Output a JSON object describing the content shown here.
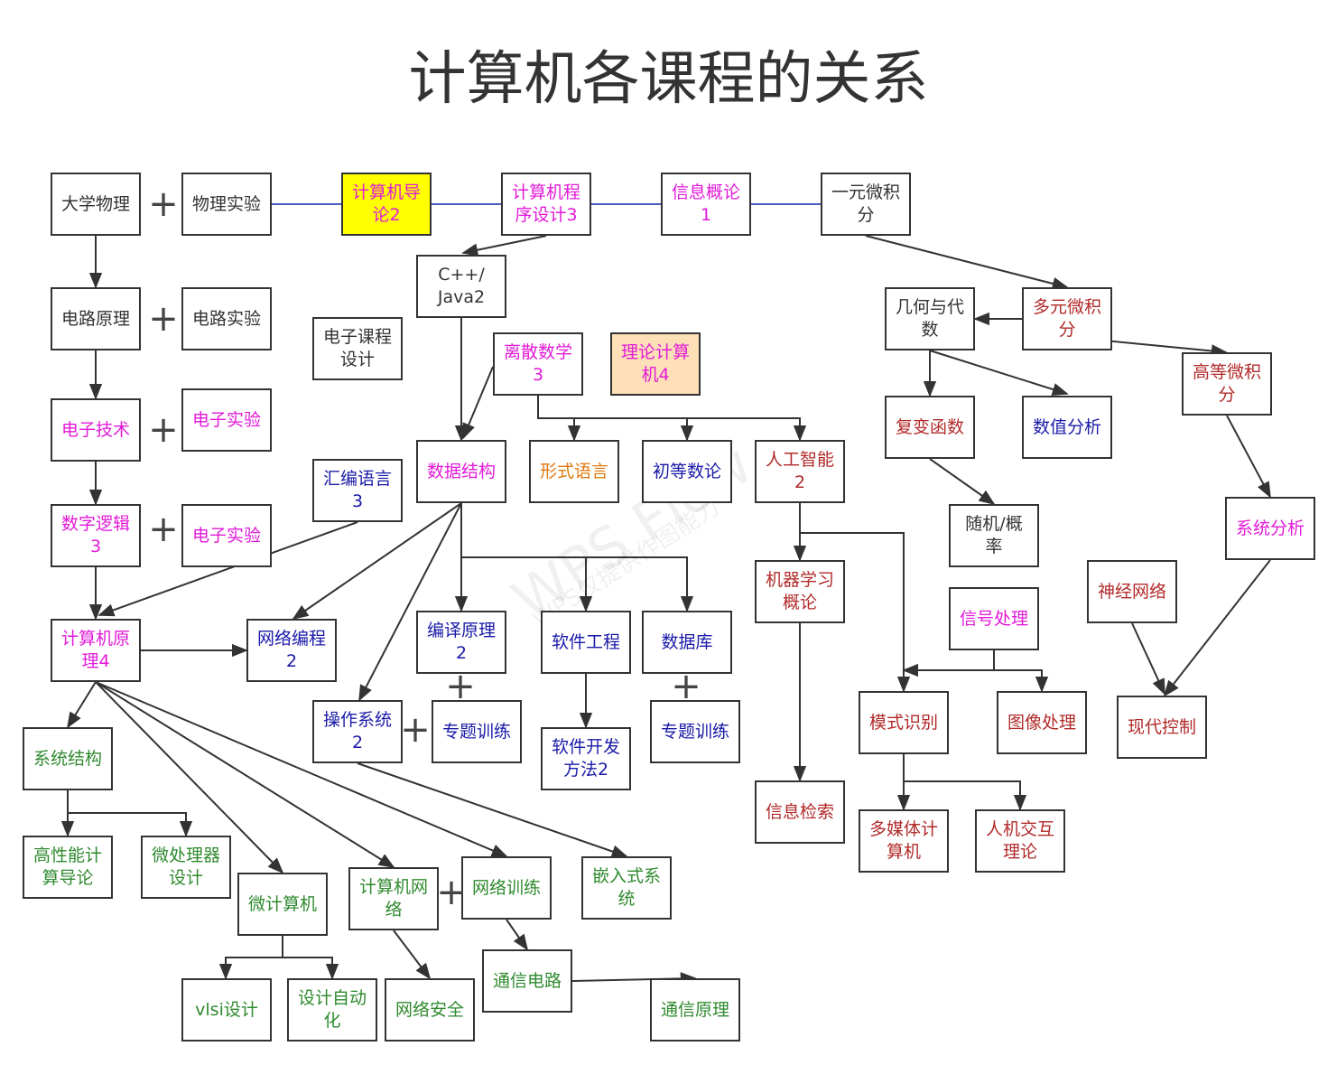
{
  "title": "计算机各课程的关系",
  "watermark": {
    "brand": "WPS Flow",
    "note": "WPS仅提供作图能力"
  },
  "colors": {
    "black": "#333333",
    "magenta": "#e21ad8",
    "blue": "#1a1aa8",
    "red": "#b22a2a",
    "orange": "#e07a10",
    "green": "#2f8a2f",
    "link": "#4a5dbf"
  },
  "nodes": [
    {
      "id": "physics",
      "label": [
        "大学物理"
      ],
      "color": "black"
    },
    {
      "id": "physics_lab",
      "label": [
        "物理实验"
      ],
      "color": "black"
    },
    {
      "id": "intro",
      "label": [
        "计算机导",
        "论2"
      ],
      "color": "magenta",
      "fill": "#ffff00"
    },
    {
      "id": "programming",
      "label": [
        "计算机程",
        "序设计3"
      ],
      "color": "magenta"
    },
    {
      "id": "info_intro",
      "label": [
        "信息概论",
        "1"
      ],
      "color": "magenta"
    },
    {
      "id": "calc1",
      "label": [
        "一元微积",
        "分"
      ],
      "color": "black"
    },
    {
      "id": "cpp",
      "label": [
        "C++/",
        "Java2"
      ],
      "color": "black"
    },
    {
      "id": "circuit",
      "label": [
        "电路原理"
      ],
      "color": "black"
    },
    {
      "id": "circuit_lab",
      "label": [
        "电路实验"
      ],
      "color": "black"
    },
    {
      "id": "e_design",
      "label": [
        "电子课程",
        "设计"
      ],
      "color": "black"
    },
    {
      "id": "discrete",
      "label": [
        "离散数学",
        "3"
      ],
      "color": "magenta"
    },
    {
      "id": "theory",
      "label": [
        "理论计算",
        "机4"
      ],
      "color": "magenta",
      "fill": "#fde0b8"
    },
    {
      "id": "geometry",
      "label": [
        "几何与代",
        "数"
      ],
      "color": "black"
    },
    {
      "id": "calc_multi",
      "label": [
        "多元微积",
        "分"
      ],
      "color": "red"
    },
    {
      "id": "adv_calc",
      "label": [
        "高等微积",
        "分"
      ],
      "color": "red"
    },
    {
      "id": "electronics",
      "label": [
        "电子技术"
      ],
      "color": "magenta"
    },
    {
      "id": "e_lab1",
      "label": [
        "电子实验"
      ],
      "color": "magenta"
    },
    {
      "id": "complex",
      "label": [
        "复变函数"
      ],
      "color": "red"
    },
    {
      "id": "numerical",
      "label": [
        "数值分析"
      ],
      "color": "blue"
    },
    {
      "id": "data_struct",
      "label": [
        "数据结构"
      ],
      "color": "magenta"
    },
    {
      "id": "formal",
      "label": [
        "形式语言"
      ],
      "color": "orange"
    },
    {
      "id": "number",
      "label": [
        "初等数论"
      ],
      "color": "blue"
    },
    {
      "id": "ai",
      "label": [
        "人工智能",
        "2"
      ],
      "color": "red"
    },
    {
      "id": "asm",
      "label": [
        "汇编语言",
        "3"
      ],
      "color": "blue"
    },
    {
      "id": "digital",
      "label": [
        "数字逻辑",
        "3"
      ],
      "color": "magenta"
    },
    {
      "id": "e_lab2",
      "label": [
        "电子实验"
      ],
      "color": "magenta"
    },
    {
      "id": "random",
      "label": [
        "随机/概",
        "率"
      ],
      "color": "black"
    },
    {
      "id": "sys_analysis",
      "label": [
        "系统分析"
      ],
      "color": "magenta"
    },
    {
      "id": "ml",
      "label": [
        "机器学习",
        "概论"
      ],
      "color": "red"
    },
    {
      "id": "neural",
      "label": [
        "神经网络"
      ],
      "color": "red"
    },
    {
      "id": "signal",
      "label": [
        "信号处理"
      ],
      "color": "magenta"
    },
    {
      "id": "principle",
      "label": [
        "计算机原",
        "理4"
      ],
      "color": "magenta"
    },
    {
      "id": "net_prog",
      "label": [
        "网络编程",
        "2"
      ],
      "color": "blue"
    },
    {
      "id": "compiler",
      "label": [
        "编译原理",
        "2"
      ],
      "color": "blue"
    },
    {
      "id": "soft_eng",
      "label": [
        "软件工程"
      ],
      "color": "blue"
    },
    {
      "id": "database",
      "label": [
        "数据库"
      ],
      "color": "blue"
    },
    {
      "id": "os",
      "label": [
        "操作系统",
        "2"
      ],
      "color": "blue"
    },
    {
      "id": "training1",
      "label": [
        "专题训练"
      ],
      "color": "blue"
    },
    {
      "id": "training2",
      "label": [
        "专题训练"
      ],
      "color": "blue"
    },
    {
      "id": "soft_dev",
      "label": [
        "软件开发",
        "方法2"
      ],
      "color": "blue"
    },
    {
      "id": "pattern",
      "label": [
        "模式识别"
      ],
      "color": "red"
    },
    {
      "id": "image",
      "label": [
        "图像处理"
      ],
      "color": "red"
    },
    {
      "id": "modern_ctrl",
      "label": [
        "现代控制"
      ],
      "color": "red"
    },
    {
      "id": "arch",
      "label": [
        "系统结构"
      ],
      "color": "green"
    },
    {
      "id": "ir",
      "label": [
        "信息检索"
      ],
      "color": "red"
    },
    {
      "id": "multimedia",
      "label": [
        "多媒体计",
        "算机"
      ],
      "color": "red"
    },
    {
      "id": "hci",
      "label": [
        "人机交互",
        "理论"
      ],
      "color": "red"
    },
    {
      "id": "hpc",
      "label": [
        "高性能计",
        "算导论"
      ],
      "color": "green"
    },
    {
      "id": "micro_design",
      "label": [
        "微处理器",
        "设计"
      ],
      "color": "green"
    },
    {
      "id": "microcomputer",
      "label": [
        "微计算机"
      ],
      "color": "green"
    },
    {
      "id": "network",
      "label": [
        "计算机网",
        "络"
      ],
      "color": "green"
    },
    {
      "id": "net_train",
      "label": [
        "网络训练"
      ],
      "color": "green"
    },
    {
      "id": "embedded",
      "label": [
        "嵌入式系",
        "统"
      ],
      "color": "green"
    },
    {
      "id": "comm_circuit",
      "label": [
        "通信电路"
      ],
      "color": "green"
    },
    {
      "id": "vlsi",
      "label": [
        "vlsi设计"
      ],
      "color": "green"
    },
    {
      "id": "eda",
      "label": [
        "设计自动",
        "化"
      ],
      "color": "green"
    },
    {
      "id": "net_security",
      "label": [
        "网络安全"
      ],
      "color": "green"
    },
    {
      "id": "comm_principle",
      "label": [
        "通信原理"
      ],
      "color": "green"
    }
  ],
  "plus_sign": "+",
  "edges": [
    [
      "physics",
      "circuit"
    ],
    [
      "circuit",
      "electronics"
    ],
    [
      "electronics",
      "digital"
    ],
    [
      "digital",
      "principle"
    ],
    [
      "asm",
      "principle"
    ],
    [
      "principle",
      "net_prog"
    ],
    [
      "programming",
      "cpp"
    ],
    [
      "cpp",
      "data_struct"
    ],
    [
      "discrete",
      "data_struct"
    ],
    [
      "discrete",
      "formal"
    ],
    [
      "discrete",
      "number"
    ],
    [
      "discrete",
      "ai"
    ],
    [
      "calc1",
      "calc_multi"
    ],
    [
      "calc_multi",
      "geometry"
    ],
    [
      "calc_multi",
      "adv_calc"
    ],
    [
      "geometry",
      "complex"
    ],
    [
      "geometry",
      "numerical"
    ],
    [
      "complex",
      "random"
    ],
    [
      "adv_calc",
      "sys_analysis"
    ],
    [
      "sys_analysis",
      "modern_ctrl"
    ],
    [
      "neural",
      "modern_ctrl"
    ],
    [
      "data_struct",
      "net_prog"
    ],
    [
      "data_struct",
      "os"
    ],
    [
      "data_struct",
      "compiler"
    ],
    [
      "data_struct",
      "soft_eng"
    ],
    [
      "data_struct",
      "database"
    ],
    [
      "soft_eng",
      "soft_dev"
    ],
    [
      "ai",
      "ml"
    ],
    [
      "ai",
      "pattern"
    ],
    [
      "signal",
      "pattern"
    ],
    [
      "signal",
      "image"
    ],
    [
      "ml",
      "ir"
    ],
    [
      "pattern",
      "multimedia"
    ],
    [
      "pattern",
      "hci"
    ],
    [
      "principle",
      "arch"
    ],
    [
      "principle",
      "microcomputer"
    ],
    [
      "principle",
      "network"
    ],
    [
      "principle",
      "net_train"
    ],
    [
      "principle",
      "embedded"
    ],
    [
      "os",
      "embedded"
    ],
    [
      "arch",
      "hpc"
    ],
    [
      "arch",
      "micro_design"
    ],
    [
      "microcomputer",
      "vlsi"
    ],
    [
      "microcomputer",
      "eda"
    ],
    [
      "network",
      "net_security"
    ],
    [
      "net_train",
      "comm_circuit"
    ],
    [
      "comm_circuit",
      "comm_principle"
    ]
  ]
}
